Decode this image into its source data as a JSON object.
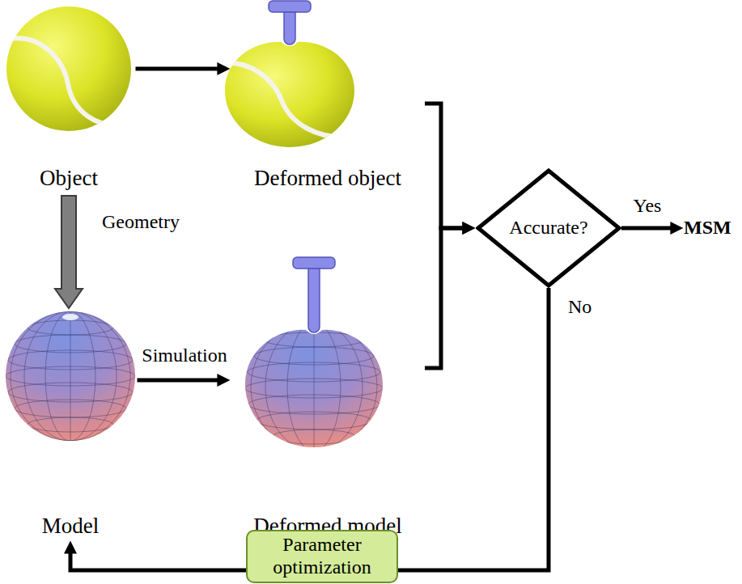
{
  "diagram": {
    "nodes": [
      {
        "text": [
          "Object"
        ]
      },
      {
        "text": [
          "Deformed object"
        ]
      },
      {
        "text": [
          "Accurate?"
        ]
      },
      {
        "text": [
          "MSM"
        ]
      },
      {
        "text": [
          "Model"
        ]
      },
      {
        "text": [
          "Deformed model"
        ]
      },
      {
        "text": [
          "Parameter optimization"
        ]
      }
    ],
    "edges": [
      {
        "from": 0,
        "to": 1,
        "arrow": "to"
      },
      {
        "from": 0,
        "to": 4,
        "label": "Geometry",
        "arrow": "to"
      },
      {
        "from": 4,
        "to": 5,
        "label": "Simulation",
        "arrow": "to"
      },
      {
        "from": 1,
        "to": 2,
        "arrow": "to"
      },
      {
        "from": 5,
        "to": 2,
        "arrow": "to"
      },
      {
        "from": 2,
        "to": 3,
        "label": "Yes",
        "arrow": "to"
      },
      {
        "from": 2,
        "to": 6,
        "label": "No",
        "arrow": "none"
      },
      {
        "from": 6,
        "to": 4,
        "arrow": "to"
      }
    ]
  }
}
